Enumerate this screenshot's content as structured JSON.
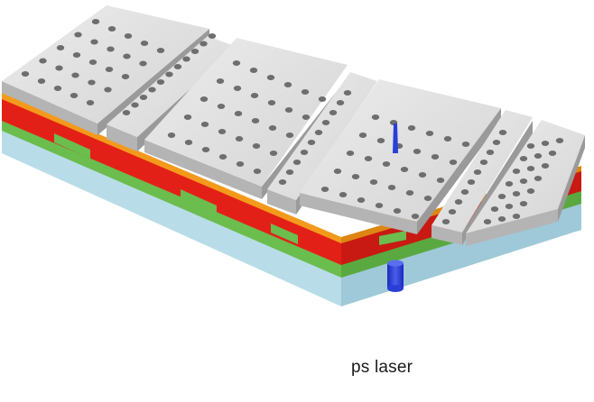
{
  "caption": "ps laser",
  "colors": {
    "background": "#ffffff",
    "substrate": "#b9dde8",
    "green_layer": "#6bbd4e",
    "red_layer": "#e32018",
    "orange_layer": "#f39a1c",
    "top_face": "#e1e1e1",
    "side_face": "#b4b4b4",
    "trench_wall": "#8a8a8a",
    "hole": "#6e6e6e",
    "laser": "#2a3fd6"
  },
  "structure": {
    "stack_layers": [
      "substrate",
      "green",
      "red",
      "orange",
      "gray-top"
    ],
    "wide_blocks": 4,
    "narrow_bars": 3,
    "hole_array": "perforated"
  },
  "icons": {
    "laser_beam": "laser-beam-icon",
    "focus_spot": "laser-focus-spot-icon"
  }
}
